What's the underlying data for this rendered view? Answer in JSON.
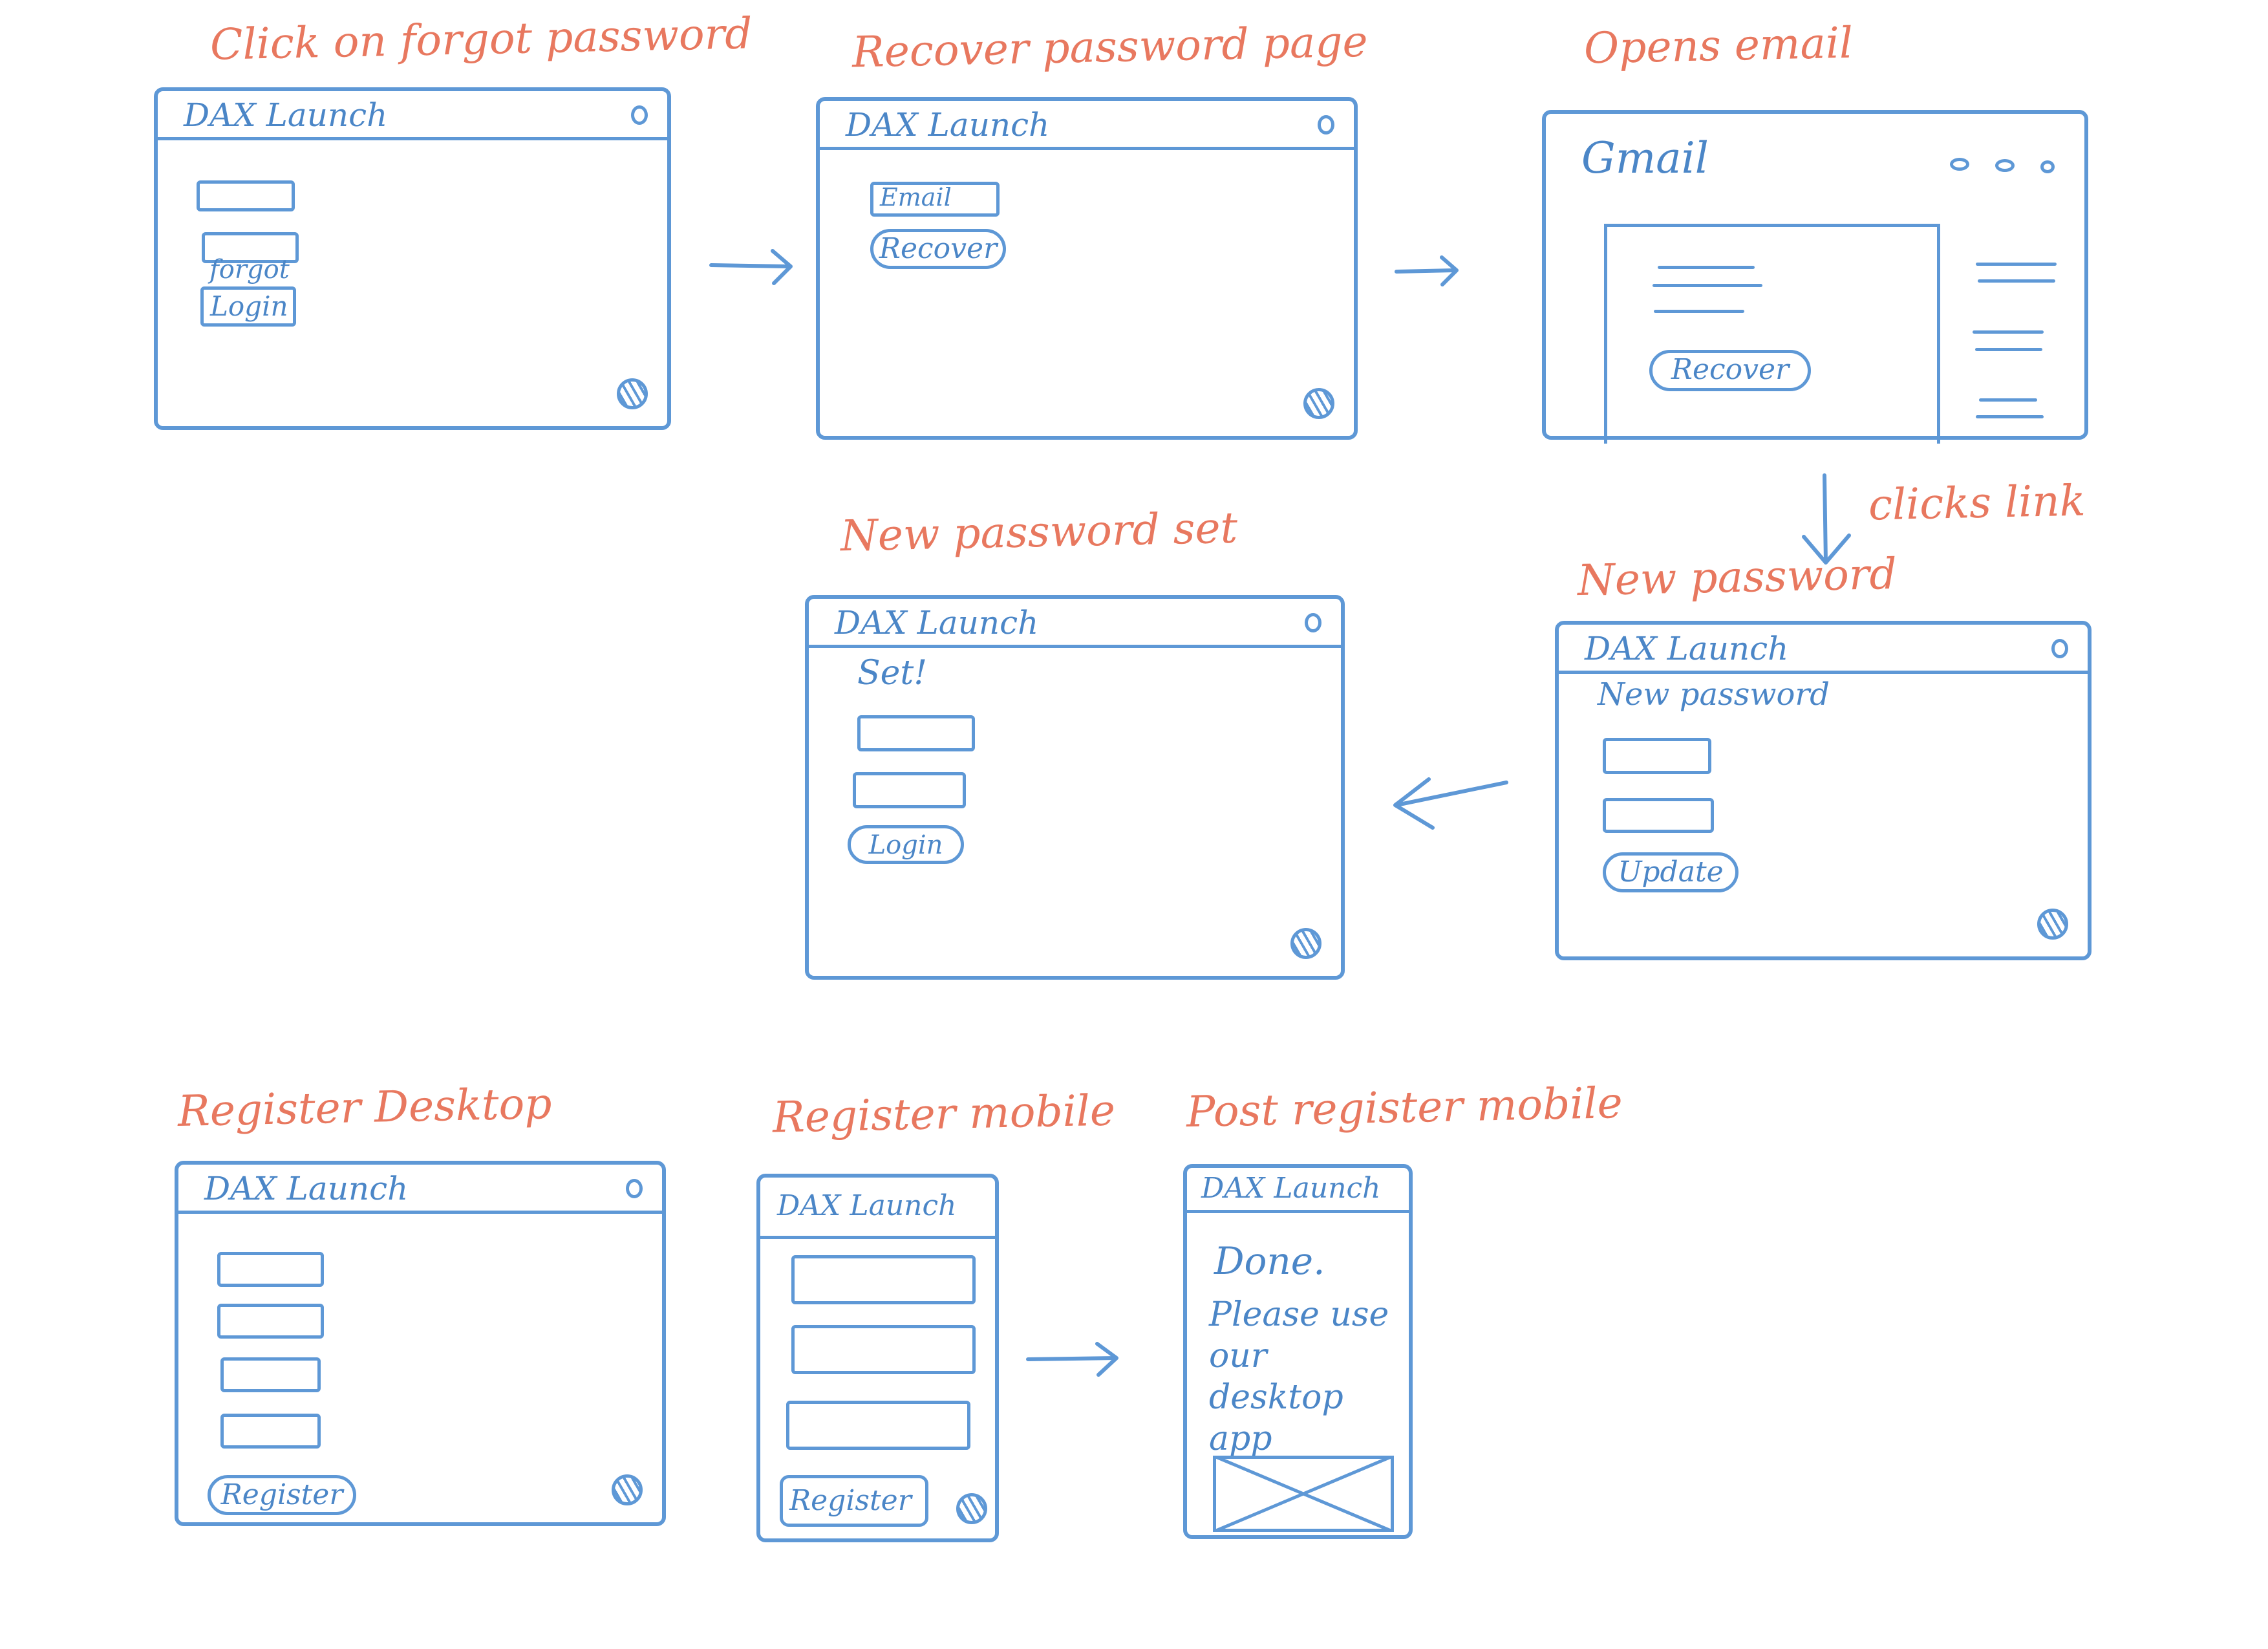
{
  "captions": {
    "forgot": "Click on forgot password",
    "recover": "Recover password page",
    "email": "Opens email",
    "clicks": "clicks link",
    "new_password": "New password",
    "new_password_set": "New password set",
    "register_desktop": "Register Desktop",
    "register_mobile": "Register mobile",
    "post_register_mobile": "Post register mobile"
  },
  "app_title": "DAX Launch",
  "screen1": {
    "forgot_link": "forgot",
    "login_button": "Login"
  },
  "screen2": {
    "email_field": "Email",
    "recover_button": "Recover"
  },
  "screen3": {
    "app_name": "Gmail",
    "recover_button": "Recover"
  },
  "screen4": {
    "heading": "New password",
    "update_button": "Update"
  },
  "screen5": {
    "heading": "Set!",
    "login_button": "Login"
  },
  "screen6": {
    "register_button": "Register"
  },
  "screen7": {
    "register_button": "Register"
  },
  "screen8": {
    "done_text": "Done.",
    "message": "Please use our desktop app"
  }
}
